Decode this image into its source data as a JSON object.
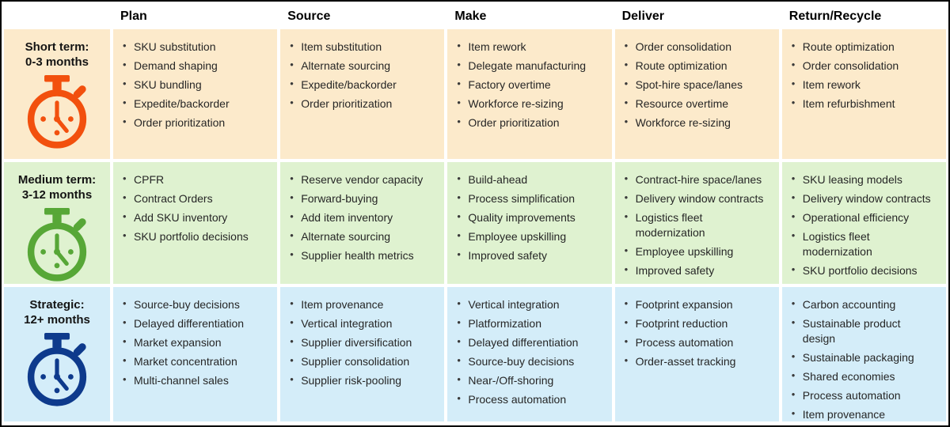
{
  "columns": [
    "Plan",
    "Source",
    "Make",
    "Deliver",
    "Return/Recycle"
  ],
  "colors": {
    "page_background": "#FFFFFF",
    "page_border": "#000000",
    "header_text": "#000000",
    "item_text": "#262626"
  },
  "rows": [
    {
      "label": [
        "Short term:",
        "0-3 months"
      ],
      "icon": "stopwatch-icon",
      "bg_color": "#FCEACB",
      "icon_color": "#F2500E",
      "cells": [
        [
          "SKU substitution",
          "Demand shaping",
          "SKU bundling",
          "Expedite/backorder",
          "Order prioritization"
        ],
        [
          "Item substitution",
          "Alternate sourcing",
          "Expedite/backorder",
          "Order prioritization"
        ],
        [
          "Item rework",
          "Delegate manufacturing",
          "Factory overtime",
          "Workforce re-sizing",
          "Order prioritization"
        ],
        [
          "Order consolidation",
          "Route optimization",
          "Spot-hire space/lanes",
          "Resource overtime",
          "Workforce re-sizing"
        ],
        [
          "Route optimization",
          "Order consolidation",
          "Item rework",
          "Item refurbishment"
        ]
      ]
    },
    {
      "label": [
        "Medium term:",
        "3-12 months"
      ],
      "icon": "stopwatch-icon",
      "bg_color": "#DFF2D0",
      "icon_color": "#57A737",
      "cells": [
        [
          "CPFR",
          "Contract Orders",
          "Add SKU inventory",
          "SKU portfolio decisions"
        ],
        [
          "Reserve vendor capacity",
          "Forward-buying",
          "Add item inventory",
          "Alternate sourcing",
          "Supplier health metrics"
        ],
        [
          "Build-ahead",
          "Process simplification",
          "Quality improvements",
          "Employee upskilling",
          "Improved safety"
        ],
        [
          "Contract-hire space/lanes",
          "Delivery window contracts",
          "Logistics fleet modernization",
          "Employee upskilling",
          "Improved safety"
        ],
        [
          "SKU leasing models",
          "Delivery window contracts",
          "Operational efficiency",
          "Logistics fleet modernization",
          "SKU portfolio decisions"
        ]
      ]
    },
    {
      "label": [
        "Strategic:",
        "12+ months"
      ],
      "icon": "stopwatch-icon",
      "bg_color": "#D4EDF9",
      "icon_color": "#0E3A8C",
      "cells": [
        [
          "Source-buy decisions",
          "Delayed differentiation",
          "Market expansion",
          "Market concentration",
          "Multi-channel sales"
        ],
        [
          "Item provenance",
          "Vertical integration",
          "Supplier diversification",
          "Supplier consolidation",
          "Supplier risk-pooling"
        ],
        [
          "Vertical integration",
          "Platformization",
          "Delayed differentiation",
          "Source-buy decisions",
          "Near-/Off-shoring",
          "Process automation"
        ],
        [
          "Footprint expansion",
          "Footprint reduction",
          "Process automation",
          "Order-asset tracking"
        ],
        [
          "Carbon accounting",
          "Sustainable product design",
          "Sustainable packaging",
          "Shared economies",
          "Process automation",
          "Item provenance"
        ]
      ]
    }
  ]
}
